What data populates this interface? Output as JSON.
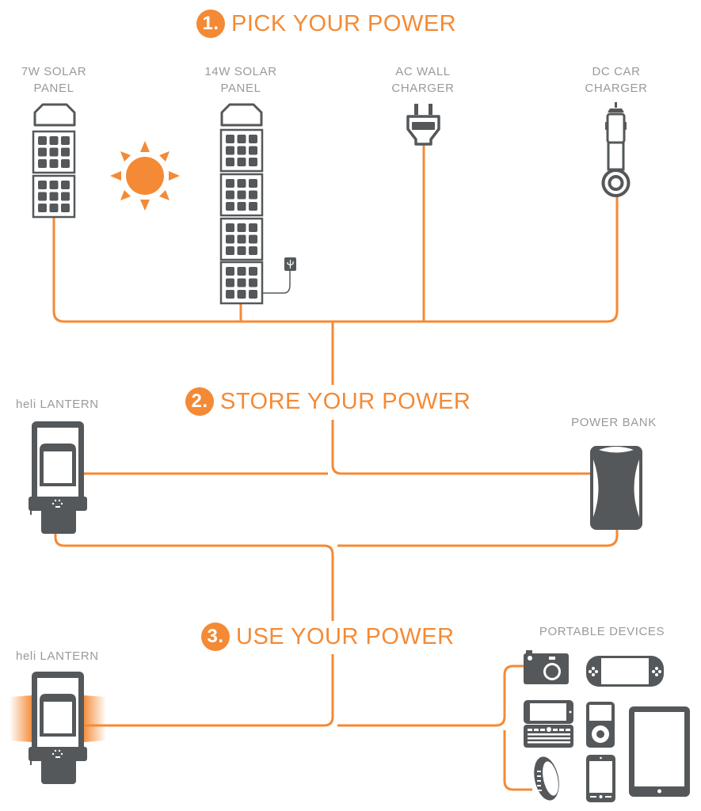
{
  "colors": {
    "accent": "#f48a35",
    "icon": "#54585a",
    "label": "#9a9a9a",
    "background": "#ffffff"
  },
  "steps": [
    {
      "number": "1.",
      "title": "PICK YOUR POWER"
    },
    {
      "number": "2.",
      "title": "STORE YOUR POWER"
    },
    {
      "number": "3.",
      "title": "USE YOUR POWER"
    }
  ],
  "power_sources": [
    {
      "label": "7W SOLAR\nPANEL",
      "icon": "solar-panel-2-cell-icon"
    },
    {
      "label": "14W SOLAR\nPANEL",
      "icon": "solar-panel-4-cell-icon"
    },
    {
      "label": "AC WALL\nCHARGER",
      "icon": "wall-plug-icon"
    },
    {
      "label": "DC CAR\nCHARGER",
      "icon": "car-charger-icon"
    }
  ],
  "decorations": {
    "sun": "sun-icon",
    "usb": "usb-connector-icon"
  },
  "storage": [
    {
      "label": "heli LANTERN",
      "icon": "lantern-icon"
    },
    {
      "label": "POWER BANK",
      "icon": "power-bank-icon"
    }
  ],
  "use": {
    "lantern_label": "heli LANTERN",
    "devices_label": "PORTABLE DEVICES",
    "devices": [
      {
        "name": "camera",
        "icon": "camera-icon"
      },
      {
        "name": "handheld game console",
        "icon": "game-console-icon"
      },
      {
        "name": "slide-out keyboard phone",
        "icon": "keyboard-phone-icon"
      },
      {
        "name": "mp3 player",
        "icon": "mp3-player-icon"
      },
      {
        "name": "tablet",
        "icon": "tablet-icon"
      },
      {
        "name": "fitness band",
        "icon": "fitness-band-icon"
      },
      {
        "name": "smartphone",
        "icon": "smartphone-icon"
      }
    ]
  }
}
